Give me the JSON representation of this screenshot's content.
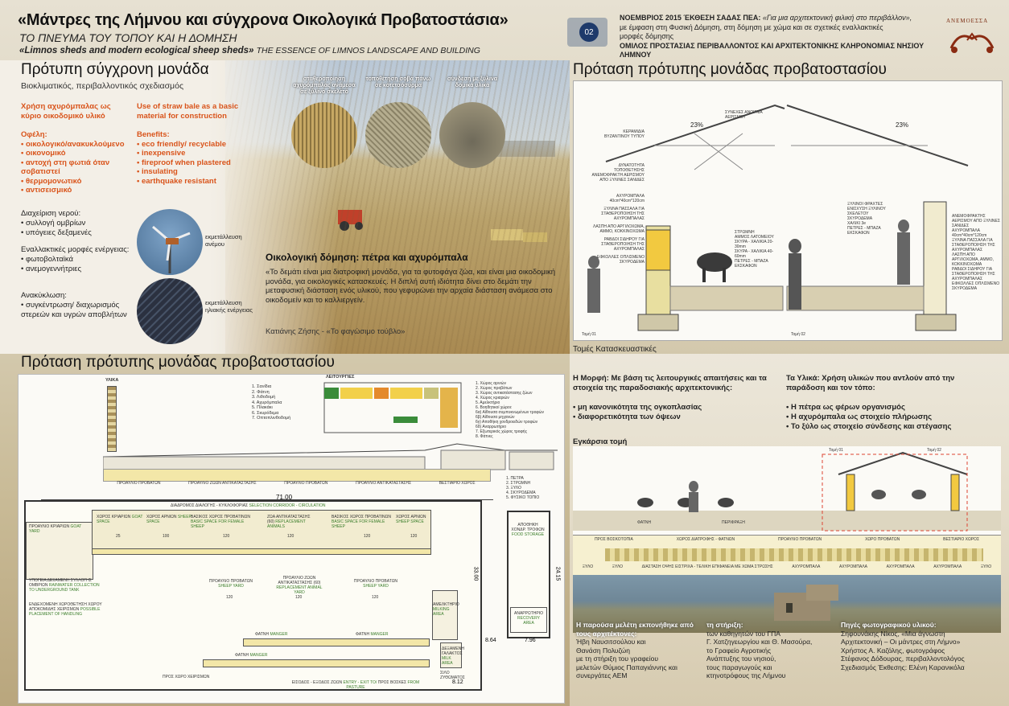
{
  "header": {
    "title_gr": "«Μάντρες της Λήμνου  και σύγχρονα Οικολογικά Προβατοστάσια»",
    "subtitle_gr": "ΤΟ ΠΝΕΥΜΑ ΤΟΥ ΤΟΠΟΥ ΚΑΙ Η ΔΟΜΗΣΗ",
    "title_en": "«Limnos sheds and modern ecological sheep sheds»",
    "subtitle_en": "THE ESSENCE OF LIMNOS LANDSCAPE AND BUILDING",
    "badge": "02",
    "exhibition_bold": "ΝΟΕΜΒΡΙΟΣ 2015 ΈΚΘΕΣΗ ΣΑΔΑΣ ΠΕΑ:",
    "exhibition_text": "«Για μια αρχιτεκτονική  φιλική στο περιβάλλον»,",
    "exhibition_line2": "με έμφαση στη Φυσική Δόμηση, στη δόμηση με χώμα και σε σχετικές εναλλακτικές",
    "exhibition_line3": "μορφές δόμησης",
    "organisation": "ΟΜΙΛΟΣ ΠΡΟΣΤΑΣΙΑΣ ΠΕΡΙΒΑΛΛΟΝΤΟΣ ΚΑΙ ΑΡΧΙΤΕΚΤΟΝΙΚΗΣ ΚΛΗΡΟΝΟΜΙΑΣ ΝΗΣΙΟΥ ΛΗΜΝΟΥ",
    "logo_text": "ΑΝΕΜΟΕΣΣΑ"
  },
  "left_panel": {
    "title": "Πρότυπη σύγχρονη μονάδα",
    "subtitle": "Βιοκλιματικός, περιβαλλοντικός σχεδιασμός",
    "straw_gr": "Χρήση αχυρόμπαλας ως κύριο οικοδομικό υλικό",
    "straw_en": "Use of straw bale as a basic material for construction",
    "benefits_gr_title": "Οφέλη:",
    "benefits_gr": [
      "• οικολογικό/ανακυκλούμενο",
      "• οικονομικό",
      "• αντοχή στη φωτιά όταν σοβατιστεί",
      "• θερμομονωτικό",
      "• αντισεισμικό"
    ],
    "benefits_en_title": "Benefits:",
    "benefits_en": [
      "• eco friendly/ recyclable",
      "• inexpensive",
      "• fireproof when plastered",
      "• insulating",
      "• earthquake resistant"
    ],
    "water_title": "Διαχείριση νερού:",
    "water": [
      "• συλλογή ομβρίων",
      "• υπόγειες δεξαμενές"
    ],
    "energy_title": "Εναλλακτικές μορφές ενέργειας:",
    "energy": [
      "• φωτοβολταϊκά",
      "• ανεμογεννήτριες"
    ],
    "recycle_title": "Ανακύκλωση:",
    "recycle": [
      "• συγκέντρωση/ διαχωρισμός στερεών και υγρών αποβλήτων"
    ],
    "wind_caption": "εκμετάλλευση ανέμου",
    "solar_caption": "εκμετάλλευση ηλιακής ενέργειας",
    "photo_captions": [
      "σταθεροποίηση αχυρόμπαλας ανάμεσα σε ξύλινο σκελετό",
      "τοποθέτηση σοβά πάνω σε κοτετσόσυρμα",
      "σύνδεση με ξύλινα δομικά υλικά"
    ],
    "oik_title": "Οικολογική δόμηση: πέτρα και αχυρόμπαλα",
    "oik_text": "«Το δεμάτι είναι μια διατροφική μονάδα, για τα φυτοφάγα ζώα, και είναι μια οικοδομική μονάδα, για οικολογικές κατασκευές. Η διπλή αυτή ιδιότητα δίνει στο δεμάτι την μεταφυσική διάσταση ενός υλικού, που γεφυρώνει την αρχαία διάσταση ανάμεσα στο οικοδομείν και το καλλιεργείν.",
    "oik_quote": "Κατιάνης Ζήσης - «Το φαγώσιμο τούβλο»"
  },
  "right_top": {
    "title": "Πρόταση πρότυπης μονάδας προβατοστασίου",
    "roof_angle": "23%",
    "section1": "Τομή 01",
    "section2": "Τομή 02",
    "caption": "Τομές Κατασκευαστικές",
    "labels_left": [
      "ΚΕΡΑΜΙΔΙΑ",
      "ΒΥΖΑΝΤΙΝΟΥ ΤΥΠΟΥ",
      "ΔΥΝΑΤΟΤΗΤΑ ΤΟΠΟΘΕΤΗΣΗΣ ΑΝΕΜΟΦΡΑΚΤΗ ΑΕΡΙΣΜΟΥ ΑΠΟ ΞΥΛΙΝΕΣ ΣΑΝΙΔΕΣ",
      "ΑΧΥΡΟΜΠΑΛΑ 40cm*40cm*120cm",
      "ΞΥΛΙΝΑ ΠΑΣΣΑΛΑ ΓΙΑ ΣΤΑΘΕΡΟΠΟΙΗΣΗ ΤΗΣ ΑΧΥΡΟΜΠΑΛΑΣ",
      "ΛΑΣΠΗ ΑΠΟ ΑΡΓΙΛΟΧΩΜΑ, ΑΜΜΟ, ΚΟΚΚΙΝΟΧΩΜΑ",
      "ΡΑΒΔΟΙ ΣΙΔΗΡΟΥ ΓΙΑ ΣΤΑΘΕΡΟΠΟΙΗΣΗ ΤΗΣ ΑΧΥΡΟΜΠΑΛΑΣ",
      "ΕΦΚΟΛΛΕΣ ΟΠΛΙΣΜΕΝΟ ΣΚΥΡΟΔΕΜΑ"
    ],
    "labels_mid": [
      "ΣΥΝΕΧΕΣ ΑΝΟΙΓΜΑ ΑΕΡΙΣΜΟΥ",
      "ΣΤΡΩΜΝΗ",
      "ΑΜΜΟΣ ΛΑΤΟΜΕΙΟΥ",
      "ΣΚΥΡΑ - ΧΑΛΙΚΙΑ 20-30mm",
      "ΣΚΥΡΑ - ΧΑΛΙΚΙΑ 40-60mm",
      "ΠΕΤΡΕΣ - ΜΠΑΖΑ ΕΚΣΚΑΦΩΝ"
    ],
    "labels_right": [
      "ΞΥΛΙΝΟΙ ΦΡΑΧΤΕΣ",
      "ΕΝΙΣΧΥΣΗ ΞΥΛΙΝΟΥ ΣΚΕΛΕΤΟΥ",
      "ΣΚΥΡΟΔΕΜΑ",
      "ΧΑΛΙΚΙ 3e",
      "ΠΕΤΡΕΣ - ΜΠΑΖΑ ΕΚΣΚΑΦΩΝ"
    ],
    "labels_far": [
      "ΑΝΕΜΟΦΡΑΚΤΗΣ ΑΕΡΙΣΜΟΥ ΑΠΟ ΞΥΛΙΝΕΣ ΣΑΝΙΔΕΣ",
      "ΑΧΥΡΟΜΠΑΛΑ 40cm*40cm*120cm",
      "ΞΥΛΙΝΑ ΠΑΣΣΑΛΑ ΓΙΑ ΣΤΑΘΕΡΟΠΟΙΗΣΗ ΤΗΣ ΑΧΥΡΟΜΠΑΛΑΣ",
      "ΛΑΣΠΗ ΑΠΟ ΑΡΓΙΛΟΧΩΜΑ, ΑΜΜΟ, ΚΟΚΚΙΝΟΧΩΜΑ",
      "ΡΑΒΔΟΙ ΣΙΔΗΡΟΥ ΓΙΑ ΣΤΑΘΕΡΟΠΟΙΗΣΗ ΤΗΣ ΑΧΥΡΟΜΠΑΛΑΣ",
      "ΕΦΚΟΛΛΕΣ ΟΠΛΙΣΜΕΝΟ ΣΚΥΡΟΔΕΜΑ"
    ]
  },
  "bottom_left": {
    "title": "Πρόταση πρότυπης μονάδας προβατοστασίου",
    "ylika_label": "ΥΛΙΚΑ",
    "ylika_list": [
      "1. Σανίδια",
      "2. Φάτνη",
      "3. Λιθοδομή",
      "4. Αχυρόμπαλα",
      "5. Πλακάκι",
      "6. Σκυρόδεμα",
      "7. Οπτοπλινθοδομή"
    ],
    "leitourgies_label": "ΛΕΙΤΟΥΡΓΙΕΣ",
    "functions": [
      "1. Χώρος αρνιών",
      "2. Χώρος προβάτων",
      "3. Χώρος αντικατάστασης ζώων",
      "4. Χώρος κριαριών",
      "5. Αμελκτήριο",
      "6. Βοηθητικοί χώροι:",
      "6α) Αίθουσα συμπυκνωμένων τροφών",
      "6β) Αίθουσα μηχανών",
      "6γ) Αποθήκη χονδροειδών τροφών",
      "6δ) Αναρρωτήριο",
      "7. Εξωτερικός χώρος τροφής",
      "8. Φάτνες"
    ],
    "strip_labels": [
      "ΠΡΟΑΥΛΙΟ ΠΡΟΒΑΤΩΝ",
      "ΠΡΟΑΥΛΙΟ ΖΩΩΝ ΑΝΤΙΚΑΤΑΣΤΑΣΗΣ",
      "ΠΡΟΑΥΛΙΟ ΠΡΟΒΑΤΩΝ",
      "ΠΡΟΑΥΛΙΟ ΑΝΤΙΚΑΤΑΣΤΑΣΗΣ",
      "ΒΕΣΤΙΑΡΙΟ ΧΩΡΟΣ"
    ],
    "materials_key": [
      "1. ΠΕΤΡΑ",
      "2. ΣΤΡΩΜΝΗ",
      "3. ΞΥΛΟ",
      "4. ΣΚΥΡΟΔΕΜΑ",
      "5. ΦΥΣΙΚΟ ΤΟΠΙΟ"
    ],
    "dim_total": "71.00",
    "dim_depth": "33.00",
    "dim_right": "24.15",
    "dim_a": "8.64",
    "dim_b": "7.96",
    "dim_c": "8.12",
    "corridor": "ΔΙΑΔΡΟΜΟΣ ΔΙΑΛΟΓΗΣ - ΚΥΚΛΟΦΟΡΙΑΣ",
    "corridor_en": "SELECTION CORRIDOR - CIRCULATION",
    "rooms_top": [
      {
        "gr": "ΧΩΡΟΣ ΚΡΙΑΡΙΩΝ",
        "en": "GOAT SPACE",
        "n": "25"
      },
      {
        "gr": "ΧΩΡΟΣ ΑΡΝΙΩΝ",
        "en": "SHEEP SPACE",
        "n": "100"
      },
      {
        "gr": "ΒΑΣΙΚΟΣ ΧΩΡΟΣ ΠΡΟΒΑΤΙΝΩΝ",
        "en": "BASIC SPACE FOR FEMALE SHEEP",
        "n": "120"
      },
      {
        "gr": "ΖΩΑ ΑΝΤΙΚΑΤΑΣΤΑΣΗΣ (60)",
        "en": "REPLACEMENT ANIMALS",
        "n": "120"
      },
      {
        "gr": "ΒΑΣΙΚΟΣ ΧΩΡΟΣ ΠΡΟΒΑΤΙΝΩΝ",
        "en": "BASIC SPACE FOR FEMALE SHEEP",
        "n": "120"
      },
      {
        "gr": "ΧΩΡΟΣ ΑΡΝΙΩΝ",
        "en": "SHEEP SPACE",
        "n": "120"
      }
    ],
    "yard_kriarion": "ΠΡΟΑΥΛΙΟ ΚΡΙΑΡΙΩΝ",
    "yard_kriarion_en": "GOAT YARD",
    "tank": "ΥΠΟΓΕΙΑ ΔΕΞΑΜΕΝΗ ΣΥΛΛΟΓΗΣ ΟΜΒΡΙΩΝ",
    "tank_en": "RAINWATER COLLECTION TO UNDERGROUND TANK",
    "handling": "ΕΝΔΕΧΟΜΕΝΗ ΧΩΡΟΘΕΤΗΣΗ ΧΩΡΟΥ ΑΠΟΚΟΜΙΔΗΣ ΧΕΙΡΙΣΜΩΝ",
    "handling_en": "POSSIBLE PLACEMENT OF HANDLING",
    "yards": [
      {
        "gr": "ΠΡΟΑΥΛΙΟ ΠΡΟΒΑΤΩΝ",
        "en": "SHEEP YARD",
        "n": "120"
      },
      {
        "gr": "ΠΡΟΑΥΛΙΟ ΖΩΩΝ ΑΝΤΙΚΑΤΑΣΤΑΣΗΣ (60)",
        "en": "REPLACEMENT ANIMAL YARD",
        "n": "120"
      },
      {
        "gr": "ΠΡΟΑΥΛΙΟ ΠΡΟΒΑΤΩΝ",
        "en": "SHEEP YARD",
        "n": "120"
      }
    ],
    "food_storage": "ΑΠΟΘΗΚΗ ΧΟΝΔΡ. ΤΡΟΦΩΝ",
    "food_storage_en": "FOOD STORAGE",
    "milking": "ΑΜΕΛΚΤΗΡΙΟ",
    "milking_en": "MILKING AREA",
    "recovery": "ΑΝΑΡΡΩΤΗΡΙΟ",
    "recovery_en": "RECOVERY AREA",
    "milk": "ΔΕΞΑΜΕΝΗ ΓΑΛΑΚΤΟΣ",
    "milk_en": "MILK AREA",
    "silo": "ΣΙΛΟ ΖΥΘΩΜΑΤΟΣ",
    "manger1": "ΦΑΤΝΗ",
    "manger1_en": "MANGER",
    "manger2": "ΦΑΤΝΗ",
    "manger2_en": "MANGER",
    "manger3": "ΦΑΤΝΗ",
    "manger3_en": "MANGER",
    "to_entrance": "ΠΡΟΣ ΧΩΡΟ ΧΕΙΡΙΣΜΩΝ",
    "entry": "ΕΙΣΟΔΟΣ - ΕΞΟΔΟΣ ΖΩΩΝ",
    "entry_en": "ENTRY - EXIT TO/",
    "pasture": "ΠΡΟΣ ΒΟΣΚΕΣ",
    "pasture_en": "FROM PASTURE"
  },
  "right_bottom": {
    "morfi_title": "Η Μορφή: Με βάση τις λειτουργικές απαιτήσεις και τα στοιχεία της παραδοσιακής αρχιτεκτονικής:",
    "morfi": [
      "• μη κανονικότητα της ογκοπλασίας",
      "• διαφορετικότητα  των όψεων"
    ],
    "ylika_title": "Τα Υλικά: Χρήση υλικών που αντλούν από την παράδοση και τον τόπο:",
    "ylika": [
      "• Η πέτρα ως φέρων οργανισμός",
      "• Η αχυρόμπαλα ως στοιχείο  πλήρωσης",
      "• Το ξύλο ως στοιχείο σύνδεσης και στέγασης"
    ],
    "xsec_title": "Εγκάρσια τομή",
    "tomi01": "Τομή 01",
    "tomi02": "Τομή 02",
    "fatni": "ΦΑΤΝΗ",
    "perifrxi": "ΠΕΡΙΦΡΑΞΗ",
    "strip_labels": [
      "ΠΡΟΣ ΒΟΣΚΟΤΟΠΙΑ",
      "ΧΩΡΟΣ ΔΙΑΤΡΟΦΗΣ - ΦΑΤΝΩΝ",
      "ΠΡΟΑΥΛΙΟ ΠΡΟΒΑΤΩΝ",
      "ΧΩΡΟ ΠΡΟΒΑΤΩΝ",
      "ΒΕΣΤΙΑΡΙΟ ΧΩΡΟΣ"
    ],
    "strip_bottom": [
      "ΞΥΛΟ",
      "ΞΥΛΟ",
      "ΔΙΑΣΤΑΣΗ ΟΨΗΣ ΕΙΣΤΡΙΧΑ - ΤΕΛΙΚΗ ΕΠΙΦΑΝΕΙΑ ΜΕ ΧΩΜΑ ΣΤΡΩΣΗΣ",
      "ΑΧΥΡΟΜΠΑΛΑ",
      "ΑΧΥΡΟΜΠΑΛΑ",
      "ΑΧΥΡΟΜΠΑΛΑ",
      "ΑΧΥΡΟΜΠΑΛΑ",
      "ΞΥΛΟ"
    ],
    "credit1_h": "Η παρούσα μελέτη εκπονήθηκε από τους αρχιτέκτονες:",
    "credit1": [
      "Ήβη Ναυσιτσούλου και",
      "Θανάση Πολυζώη",
      "με τη στήριξη του γραφείου",
      "μελετών Θύμιος Παπαγιάννης  και",
      "συνεργάτες ΑΕΜ"
    ],
    "credit2_h": "τη στήριξη:",
    "credit2": [
      "των καθηγητών του ΓΠΑ",
      "Γ. Χατζηγεωργίου και Θ. Μασούρα,",
      "το Γραφείο Αγροτικής",
      "Ανάπτυξης  του νησιού,",
      "τους παραγωγούς και",
      "κτηνοτρόφους της Λήμνου"
    ],
    "credit3_h": "Πηγές φωτογραφικού υλικού:",
    "credit3": [
      "Σηφουνάκης Νίκος, «Μια άγνωστη",
      "Αρχιτεκτονική – Οι μάντρες στη Λήμνο»",
      "Χρήστος Α. Καζόλης, φωτογράφος",
      "Στέφανος Δόδουρας, περιβαλλοντολόγος",
      "",
      "Σχεδιασμός Έκθεσης: Ελένη Καρανικόλα"
    ]
  }
}
